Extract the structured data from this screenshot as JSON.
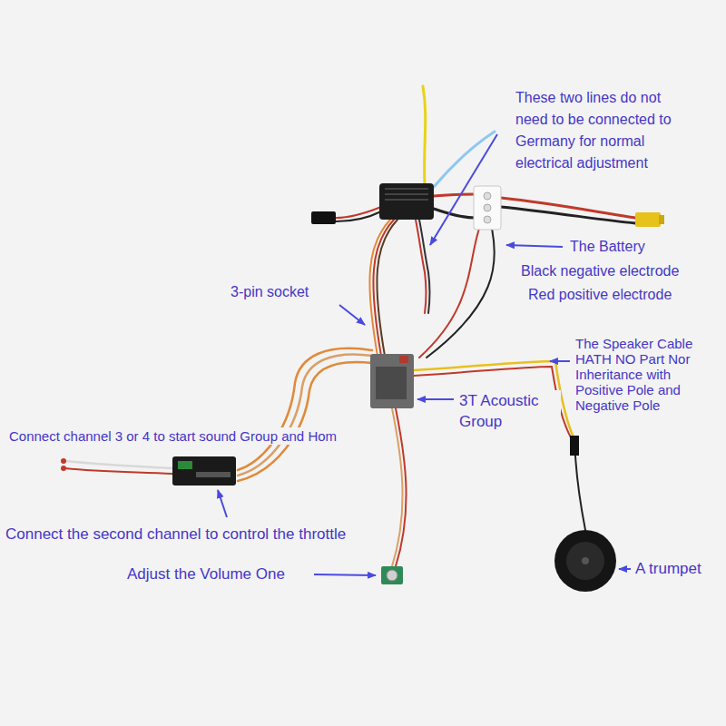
{
  "diagram": {
    "labels": [
      "These two lines do not need to be connected to Germany for normal electrical adjustment",
      "The Battery",
      "Black negative electrode",
      "Red positive electrode",
      "3-pin socket",
      "The Speaker Cable HATH NO Part Nor Inheritance with Positive Pole and Negative Pole",
      "3T Acoustic Group",
      "Connect channel 3 or 4 to start sound Group and Hom",
      "Connect the second channel to control the throttle",
      "Adjust the Volume One",
      "A trumpet"
    ]
  }
}
